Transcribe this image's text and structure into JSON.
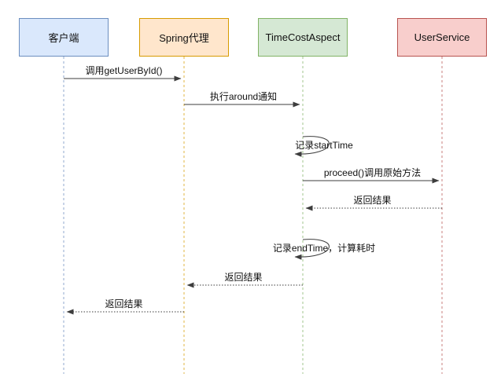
{
  "diagram": {
    "type": "uml-sequence",
    "background": "#ffffff",
    "actors": [
      {
        "id": "client",
        "label": "客户端",
        "fill": "#dae8fc",
        "stroke": "#6c8ebf"
      },
      {
        "id": "spring-proxy",
        "label": "Spring代理",
        "fill": "#ffe6cc",
        "stroke": "#d79b00"
      },
      {
        "id": "timecost-aspect",
        "label": "TimeCostAspect",
        "fill": "#d5e8d4",
        "stroke": "#82b366"
      },
      {
        "id": "user-service",
        "label": "UserService",
        "fill": "#f8cecc",
        "stroke": "#b85450"
      }
    ],
    "messages": [
      {
        "label": "调用getUserById()",
        "from": 0,
        "to": 1,
        "type": "call"
      },
      {
        "label": "执行around通知",
        "from": 1,
        "to": 2,
        "type": "call"
      },
      {
        "label": "记录startTime",
        "from": 2,
        "to": 2,
        "type": "self"
      },
      {
        "label": "proceed()调用原始方法",
        "from": 2,
        "to": 3,
        "type": "call"
      },
      {
        "label": "返回结果",
        "from": 3,
        "to": 2,
        "type": "return"
      },
      {
        "label": "记录endTime，计算耗时",
        "from": 2,
        "to": 2,
        "type": "self"
      },
      {
        "label": "返回结果",
        "from": 2,
        "to": 1,
        "type": "return"
      },
      {
        "label": "返回结果",
        "from": 1,
        "to": 0,
        "type": "return"
      }
    ],
    "arrow_color": "#3d3d3d",
    "text_color": "#111111"
  }
}
